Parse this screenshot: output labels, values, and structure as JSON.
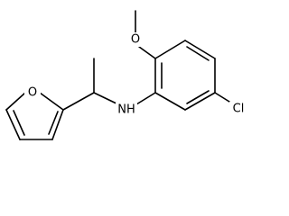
{
  "molecule": {
    "atoms": {
      "methoxy_oxygen": "O",
      "amine_nitrogen": "NH",
      "furan_oxygen": "O",
      "chlorine": "Cl"
    }
  },
  "colors": {
    "bond": "#000000",
    "background": "#ffffff"
  }
}
